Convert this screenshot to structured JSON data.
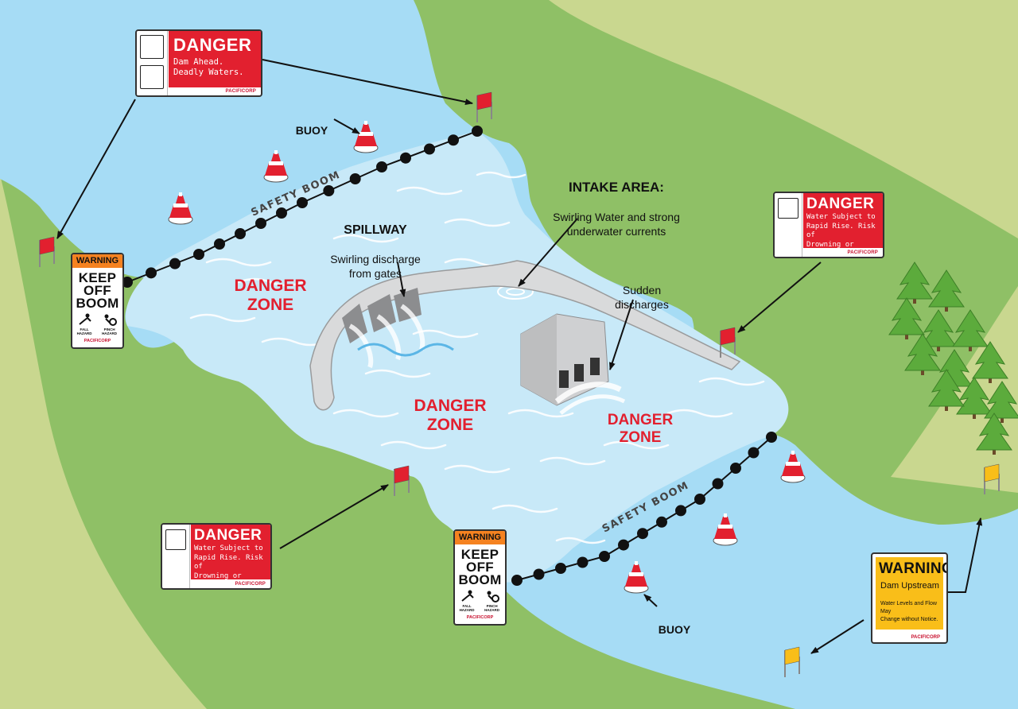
{
  "signs": {
    "danger_dam": {
      "header": "DANGER",
      "message": "Dam Ahead.\nDeadly Waters.",
      "brand": "PACIFICORP"
    },
    "danger_rise_right": {
      "header": "DANGER",
      "message": "Water Subject to\nRapid Rise. Risk of\nDrowning or Death.",
      "brand": "PACIFICORP"
    },
    "danger_rise_bottom": {
      "header": "DANGER",
      "message": "Water Subject to\nRapid Rise. Risk of\nDrowning or Death.",
      "brand": "PACIFICORP"
    },
    "warning_boom_left": {
      "header": "WARNING",
      "title": "KEEP\nOFF\nBOOM",
      "caption_fall": "FALL HAZARD",
      "caption_pinch": "PINCH HAZARD",
      "brand": "PACIFICORP"
    },
    "warning_boom_bottom": {
      "header": "WARNING",
      "title": "KEEP\nOFF\nBOOM",
      "caption_fall": "FALL HAZARD",
      "caption_pinch": "PINCH HAZARD",
      "brand": "PACIFICORP"
    },
    "warning_upstream": {
      "header": "WARNING",
      "subtitle": "Dam Upstream",
      "note": "Water Levels and Flow May\nChange without Notice.",
      "brand": "PACIFICORP"
    }
  },
  "labels": {
    "buoy_top": "BUOY",
    "buoy_bottom": "BUOY",
    "safety_boom_top": "SAFETY BOOM",
    "safety_boom_bottom": "SAFETY BOOM",
    "spillway_title": "SPILLWAY",
    "spillway_desc": "Swirling discharge\nfrom gates",
    "intake_title": "INTAKE AREA:",
    "intake_desc": "Swirling Water and strong\nunderwater currents",
    "sudden": "Sudden\ndischarges",
    "zone_left": "DANGER\nZONE",
    "zone_center": "DANGER\nZONE",
    "zone_right": "DANGER\nZONE"
  },
  "colors": {
    "grass": "#8fc066",
    "grass_light": "#c9d78f",
    "water": "#a6dcf5",
    "danger_water": "#c8e9f8",
    "danger_red": "#e2202f",
    "warning_orange": "#f58220",
    "warning_yellow": "#f9be19",
    "concrete": "#d9dadb",
    "tree": "#5cab3c"
  }
}
